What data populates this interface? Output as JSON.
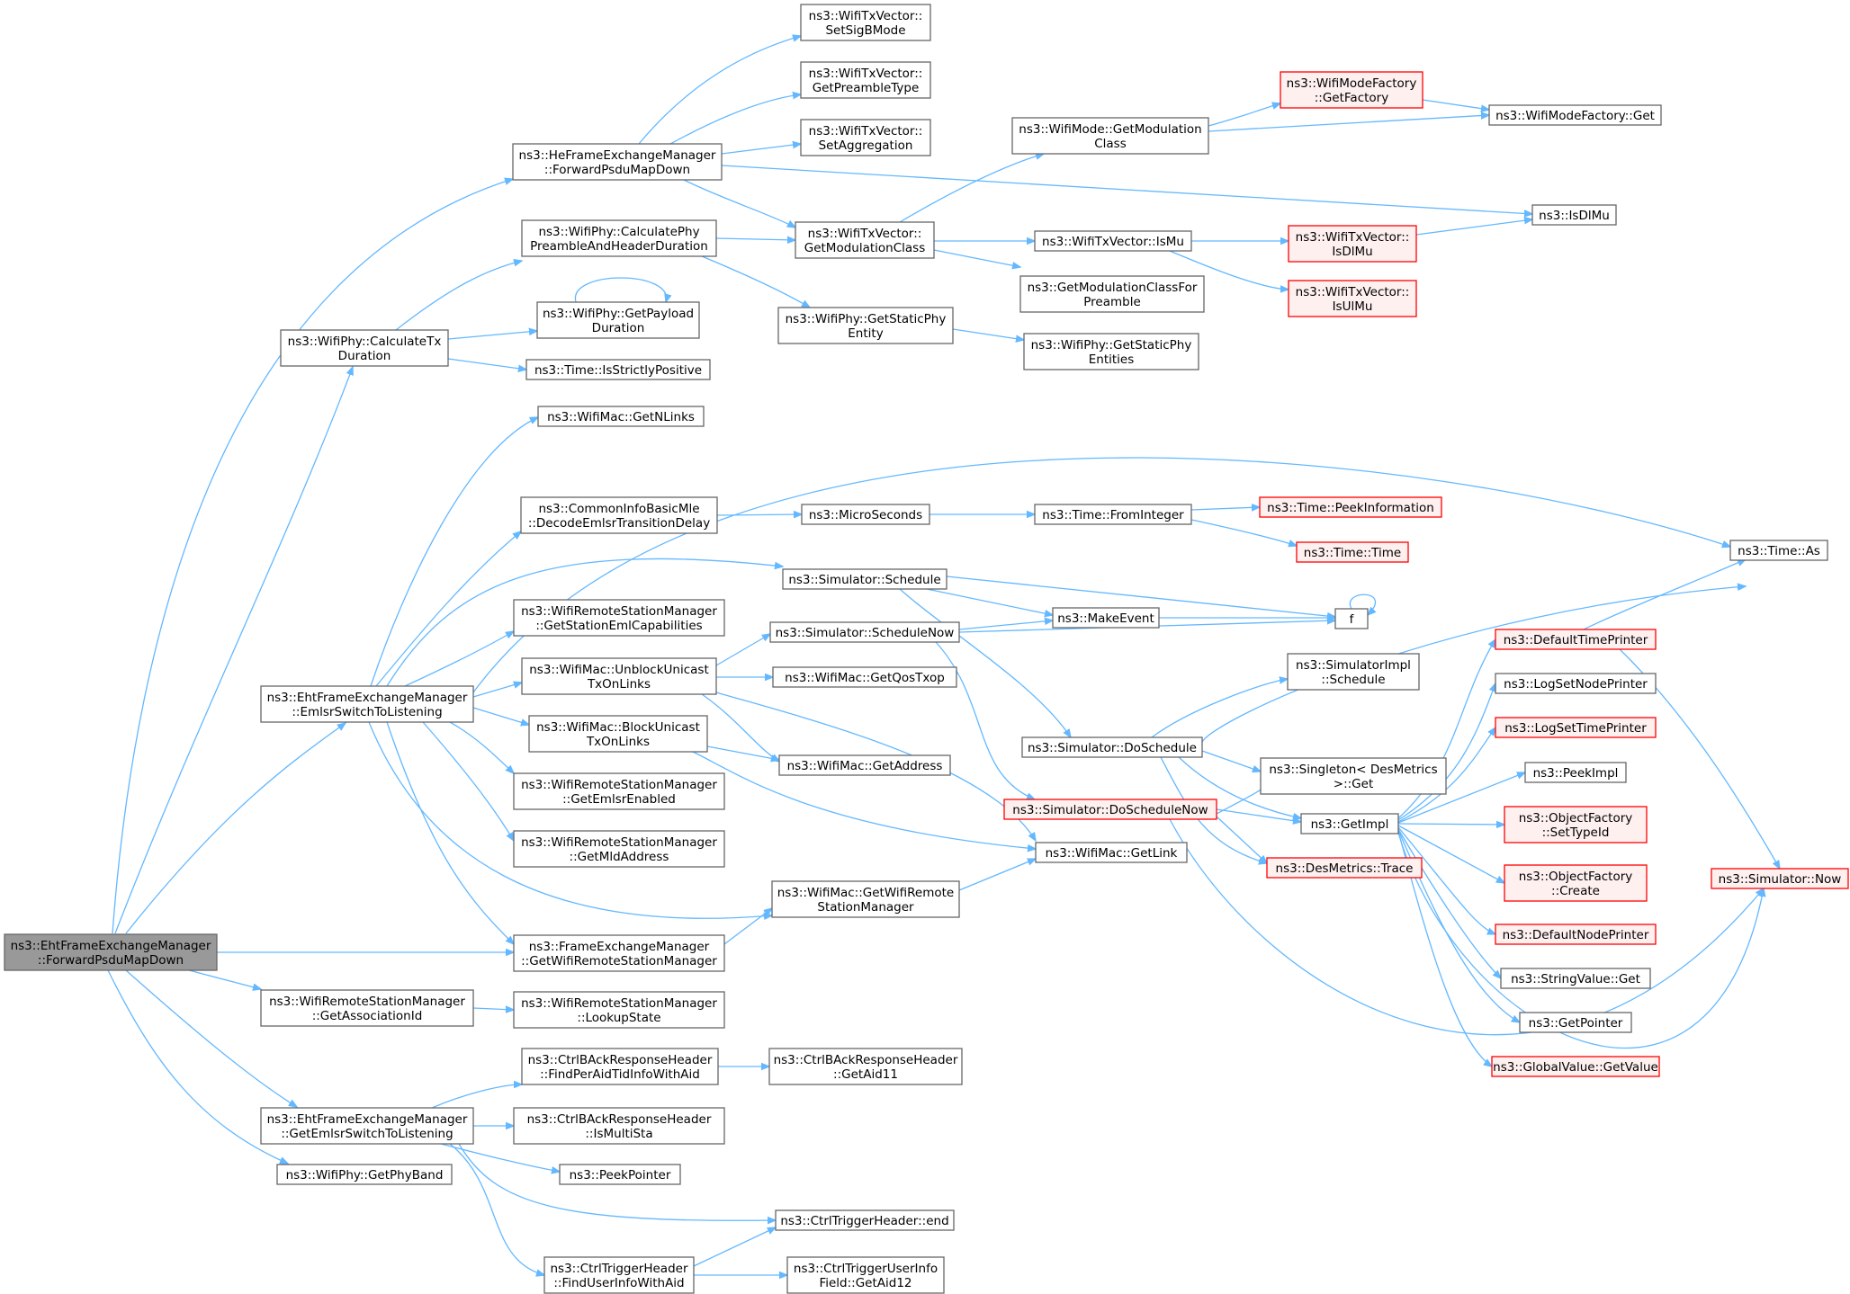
{
  "colors": {
    "edge": "#63b8ff",
    "node_border": "#666666",
    "highlight_border": "#ff0000",
    "highlight_fill": "#fff0f0",
    "root_fill": "#999999"
  },
  "nodes": [
    {
      "id": "root",
      "lines": [
        "ns3::EhtFrameExchangeManager",
        "::ForwardPsduMapDown"
      ],
      "style": "root"
    },
    {
      "id": "he_fwd",
      "lines": [
        "ns3::HeFrameExchangeManager",
        "::ForwardPsduMapDown"
      ]
    },
    {
      "id": "set_sigb",
      "lines": [
        "ns3::WifiTxVector::",
        "SetSigBMode"
      ]
    },
    {
      "id": "get_preamble",
      "lines": [
        "ns3::WifiTxVector::",
        "GetPreambleType"
      ]
    },
    {
      "id": "set_aggr",
      "lines": [
        "ns3::WifiTxVector::",
        "SetAggregation"
      ]
    },
    {
      "id": "calc_preamble",
      "lines": [
        "ns3::WifiPhy::CalculatePhy",
        "PreambleAndHeaderDuration"
      ]
    },
    {
      "id": "get_payload",
      "lines": [
        "ns3::WifiPhy::GetPayload",
        "Duration"
      ]
    },
    {
      "id": "calc_tx",
      "lines": [
        "ns3::WifiPhy::CalculateTx",
        "Duration"
      ]
    },
    {
      "id": "strictly_pos",
      "lines": [
        "ns3::Time::IsStrictlyPositive"
      ]
    },
    {
      "id": "txv_modclass",
      "lines": [
        "ns3::WifiTxVector::",
        "GetModulationClass"
      ]
    },
    {
      "id": "mode_modclass",
      "lines": [
        "ns3::WifiMode::GetModulation",
        "Class"
      ]
    },
    {
      "id": "mf_getfactory",
      "lines": [
        "ns3::WifiModeFactory",
        "::GetFactory"
      ],
      "style": "red"
    },
    {
      "id": "mf_get",
      "lines": [
        "ns3::WifiModeFactory::Get"
      ]
    },
    {
      "id": "isdlmu",
      "lines": [
        "ns3::IsDlMu"
      ]
    },
    {
      "id": "txv_ismu",
      "lines": [
        "ns3::WifiTxVector::IsMu"
      ]
    },
    {
      "id": "txv_isdlmu",
      "lines": [
        "ns3::WifiTxVector::",
        "IsDlMu"
      ],
      "style": "red"
    },
    {
      "id": "txv_isulmu",
      "lines": [
        "ns3::WifiTxVector::",
        "IsUlMu"
      ],
      "style": "red"
    },
    {
      "id": "getmodclass_pre",
      "lines": [
        "ns3::GetModulationClassFor",
        "Preamble"
      ]
    },
    {
      "id": "static_entity",
      "lines": [
        "ns3::WifiPhy::GetStaticPhy",
        "Entity"
      ]
    },
    {
      "id": "static_entities",
      "lines": [
        "ns3::WifiPhy::GetStaticPhy",
        "Entities"
      ]
    },
    {
      "id": "getnlinks",
      "lines": [
        "ns3::WifiMac::GetNLinks"
      ]
    },
    {
      "id": "decode_emlsr",
      "lines": [
        "ns3::CommonInfoBasicMle",
        "::DecodeEmlsrTransitionDelay"
      ]
    },
    {
      "id": "microseconds",
      "lines": [
        "ns3::MicroSeconds"
      ]
    },
    {
      "id": "frominteger",
      "lines": [
        "ns3::Time::FromInteger"
      ]
    },
    {
      "id": "peekinfo",
      "lines": [
        "ns3::Time::PeekInformation"
      ],
      "style": "red"
    },
    {
      "id": "time_time",
      "lines": [
        "ns3::Time::Time"
      ],
      "style": "red"
    },
    {
      "id": "time_as",
      "lines": [
        "ns3::Time::As"
      ]
    },
    {
      "id": "sim_schedule",
      "lines": [
        "ns3::Simulator::Schedule"
      ]
    },
    {
      "id": "makeevent",
      "lines": [
        "ns3::MakeEvent"
      ]
    },
    {
      "id": "f",
      "lines": [
        "f"
      ]
    },
    {
      "id": "sim_schedulenow",
      "lines": [
        "ns3::Simulator::ScheduleNow"
      ]
    },
    {
      "id": "get_station_eml",
      "lines": [
        "ns3::WifiRemoteStationManager",
        "::GetStationEmlCapabilities"
      ]
    },
    {
      "id": "unblock",
      "lines": [
        "ns3::WifiMac::UnblockUnicast",
        "TxOnLinks"
      ]
    },
    {
      "id": "getqostxop",
      "lines": [
        "ns3::WifiMac::GetQosTxop"
      ]
    },
    {
      "id": "emlsr_switch",
      "lines": [
        "ns3::EhtFrameExchangeManager",
        "::EmlsrSwitchToListening"
      ]
    },
    {
      "id": "block",
      "lines": [
        "ns3::WifiMac::BlockUnicast",
        "TxOnLinks"
      ]
    },
    {
      "id": "getaddress",
      "lines": [
        "ns3::WifiMac::GetAddress"
      ]
    },
    {
      "id": "getemlsr_enabled",
      "lines": [
        "ns3::WifiRemoteStationManager",
        "::GetEmlsrEnabled"
      ]
    },
    {
      "id": "getmldaddr",
      "lines": [
        "ns3::WifiRemoteStationManager",
        "::GetMldAddress"
      ]
    },
    {
      "id": "simimpl_schedule",
      "lines": [
        "ns3::SimulatorImpl",
        "::Schedule"
      ]
    },
    {
      "id": "sim_doschedule",
      "lines": [
        "ns3::Simulator::DoSchedule"
      ]
    },
    {
      "id": "singleton_get",
      "lines": [
        "ns3::Singleton< DesMetrics",
        ">::Get"
      ]
    },
    {
      "id": "sim_doschedulenow",
      "lines": [
        "ns3::Simulator::DoScheduleNow"
      ],
      "style": "red"
    },
    {
      "id": "getimpl",
      "lines": [
        "ns3::GetImpl"
      ]
    },
    {
      "id": "desmetrics_trace",
      "lines": [
        "ns3::DesMetrics::Trace"
      ],
      "style": "red"
    },
    {
      "id": "defaulttimeprinter",
      "lines": [
        "ns3::DefaultTimePrinter"
      ],
      "style": "red"
    },
    {
      "id": "logsetnodeprinter",
      "lines": [
        "ns3::LogSetNodePrinter"
      ]
    },
    {
      "id": "logsettimeprinter",
      "lines": [
        "ns3::LogSetTimePrinter"
      ],
      "style": "red"
    },
    {
      "id": "peekimpl",
      "lines": [
        "ns3::PeekImpl"
      ]
    },
    {
      "id": "objf_settypeid",
      "lines": [
        "ns3::ObjectFactory",
        "::SetTypeId"
      ],
      "style": "red"
    },
    {
      "id": "objf_create",
      "lines": [
        "ns3::ObjectFactory",
        "::Create"
      ],
      "style": "red"
    },
    {
      "id": "defaultnodeprinter",
      "lines": [
        "ns3::DefaultNodePrinter"
      ],
      "style": "red"
    },
    {
      "id": "stringvalue_get",
      "lines": [
        "ns3::StringValue::Get"
      ]
    },
    {
      "id": "getpointer",
      "lines": [
        "ns3::GetPointer"
      ]
    },
    {
      "id": "globalvalue_get",
      "lines": [
        "ns3::GlobalValue::GetValue"
      ],
      "style": "red"
    },
    {
      "id": "sim_now",
      "lines": [
        "ns3::Simulator::Now"
      ],
      "style": "red"
    },
    {
      "id": "getlink",
      "lines": [
        "ns3::WifiMac::GetLink"
      ]
    },
    {
      "id": "getwrsm_mac",
      "lines": [
        "ns3::WifiMac::GetWifiRemote",
        "StationManager"
      ]
    },
    {
      "id": "getwrsm_fem",
      "lines": [
        "ns3::FrameExchangeManager",
        "::GetWifiRemoteStationManager"
      ]
    },
    {
      "id": "getassocid",
      "lines": [
        "ns3::WifiRemoteStationManager",
        "::GetAssociationId"
      ]
    },
    {
      "id": "lookupstate",
      "lines": [
        "ns3::WifiRemoteStationManager",
        "::LookupState"
      ]
    },
    {
      "id": "findperaid",
      "lines": [
        "ns3::CtrlBAckResponseHeader",
        "::FindPerAidTidInfoWithAid"
      ]
    },
    {
      "id": "getaid11",
      "lines": [
        "ns3::CtrlBAckResponseHeader",
        "::GetAid11"
      ]
    },
    {
      "id": "getemlsr_switch",
      "lines": [
        "ns3::EhtFrameExchangeManager",
        "::GetEmlsrSwitchToListening"
      ]
    },
    {
      "id": "ismultista",
      "lines": [
        "ns3::CtrlBAckResponseHeader",
        "::IsMultiSta"
      ]
    },
    {
      "id": "peekpointer",
      "lines": [
        "ns3::PeekPointer"
      ]
    },
    {
      "id": "getphyband",
      "lines": [
        "ns3::WifiPhy::GetPhyBand"
      ]
    },
    {
      "id": "trigger_end",
      "lines": [
        "ns3::CtrlTriggerHeader::end"
      ]
    },
    {
      "id": "finduserinfo",
      "lines": [
        "ns3::CtrlTriggerHeader",
        "::FindUserInfoWithAid"
      ]
    },
    {
      "id": "getaid12",
      "lines": [
        "ns3::CtrlTriggerUserInfo",
        "Field::GetAid12"
      ]
    }
  ]
}
